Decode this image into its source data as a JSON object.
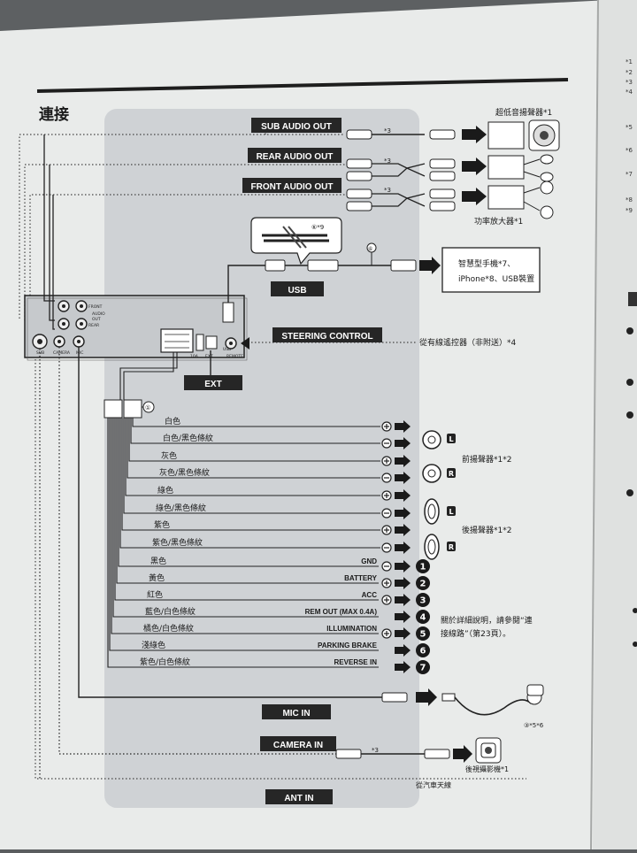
{
  "title": "連接",
  "tags": {
    "sub_audio_out": "SUB AUDIO OUT",
    "rear_audio_out": "REAR AUDIO OUT",
    "front_audio_out": "FRONT AUDIO OUT",
    "usb": "USB",
    "steering_control": "STEERING CONTROL",
    "ext": "EXT",
    "mic_in": "MIC IN",
    "camera_in": "CAMERA IN",
    "ant_in": "ANT IN"
  },
  "devices": {
    "subwoofer": "超低音揚聲器*1",
    "amplifier": "功率放大器*1",
    "smartphone_line1": "智慧型手機*7、",
    "smartphone_line2": "iPhone*8、USB裝置",
    "steering_remote": "從有線遙控器（非附送）*4",
    "front_speakers": "前揚聲器*1*2",
    "rear_speakers": "後揚聲器*1*2",
    "camera": "後視攝影機*1",
    "antenna": "從汽車天線",
    "note_line1": "關於詳細說明，請參閱“連",
    "note_line2": "接線路”（第23頁）。"
  },
  "footnotes": {
    "star3": "*3",
    "star9": "⑥*9",
    "circle1": "①",
    "circle3": "③*5*6",
    "circle6": "⑥"
  },
  "unit_labels": {
    "front": "FRONT",
    "audio": "AUDIO",
    "out": "OUT",
    "rear": "REAR",
    "sub": "SUB",
    "camera": "CAMERA",
    "mic": "MIC",
    "usb": "USB",
    "ext_conn": "10A",
    "ext": "EXT",
    "remote": "REMOTE"
  },
  "wire_labels": [
    "白色",
    "白色/黑色條紋",
    "灰色",
    "灰色/黑色條紋",
    "綠色",
    "綠色/黑色條紋",
    "紫色",
    "紫色/黑色條紋",
    "黑色",
    "黃色",
    "紅色",
    "藍色/白色條紋",
    "橘色/白色條紋",
    "淺綠色",
    "紫色/白色條紋"
  ],
  "functions": [
    {
      "name": "GND",
      "num": "1"
    },
    {
      "name": "BATTERY",
      "num": "2"
    },
    {
      "name": "ACC",
      "num": "3"
    },
    {
      "name": "REM OUT (MAX 0.4A)",
      "num": "4"
    },
    {
      "name": "ILLUMINATION",
      "num": "5"
    },
    {
      "name": "PARKING BRAKE",
      "num": "6"
    },
    {
      "name": "REVERSE IN",
      "num": "7"
    }
  ],
  "speaker_badges": [
    "L",
    "R"
  ],
  "right_page_marks": [
    "*1",
    "*2",
    "*3",
    "*4",
    "*5",
    "*6",
    "*7",
    "*8",
    "*9"
  ]
}
